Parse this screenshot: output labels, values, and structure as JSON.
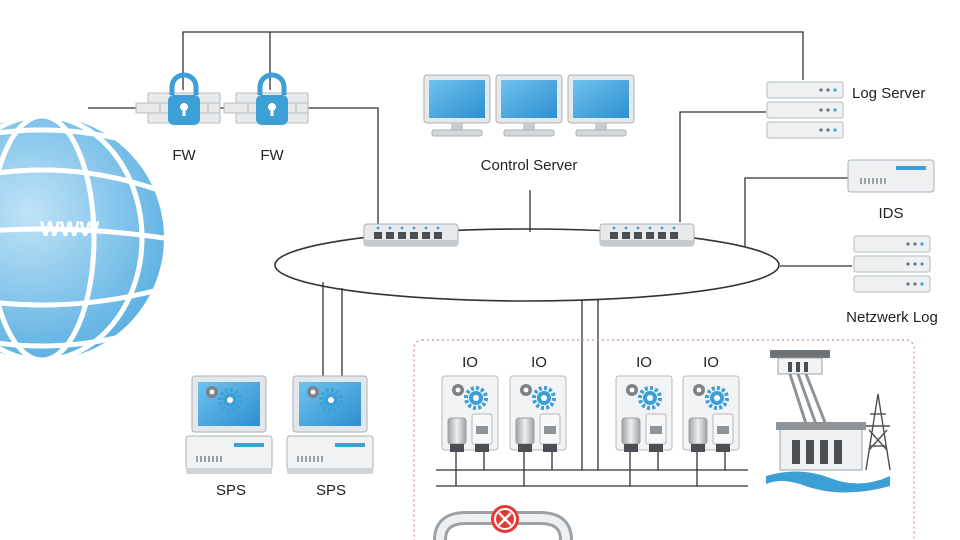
{
  "labels": {
    "www": "WWW",
    "fw1": "FW",
    "fw2": "FW",
    "control_server": "Control Server",
    "log_server": "Log Server",
    "ids": "IDS",
    "netzwerk_log": "Netzwerk Log",
    "io1": "IO",
    "io2": "IO",
    "io3": "IO",
    "io4": "IO",
    "sps1": "SPS",
    "sps2": "SPS"
  },
  "icons": [
    "globe-icon",
    "firewall-lock-icon",
    "monitor-icon",
    "server-icon",
    "switch-icon",
    "gear-icon",
    "power-plant-icon",
    "transmission-tower-icon",
    "valve-icon"
  ],
  "colors": {
    "accent_blue": "#3c9fd6",
    "light_blue": "#a9d6f0",
    "line": "#333333",
    "zone_border": "#e08a8a",
    "device_grey": "#d9dde0"
  }
}
